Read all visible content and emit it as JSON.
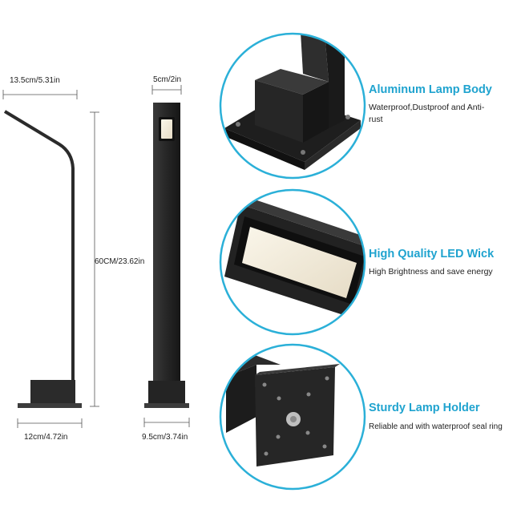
{
  "dimensions": {
    "top_width": "13.5cm/5.31in",
    "head_width": "5cm/2in",
    "height": "60CM/23.62in",
    "base_width": "12cm/4.72in",
    "base_depth": "9.5cm/3.74in"
  },
  "features": [
    {
      "title": "Aluminum Lamp Body",
      "description": "Waterproof,Dustproof and Anti-rust"
    },
    {
      "title": "High Quality LED Wick",
      "description": "High Brightness and save energy"
    },
    {
      "title": "Sturdy Lamp Holder",
      "description": "Reliable and with waterproof seal ring"
    }
  ],
  "colors": {
    "accent": "#1fa3cf",
    "lamp_body": "#2b2b2b",
    "led_glow": "#f3ecdc"
  }
}
